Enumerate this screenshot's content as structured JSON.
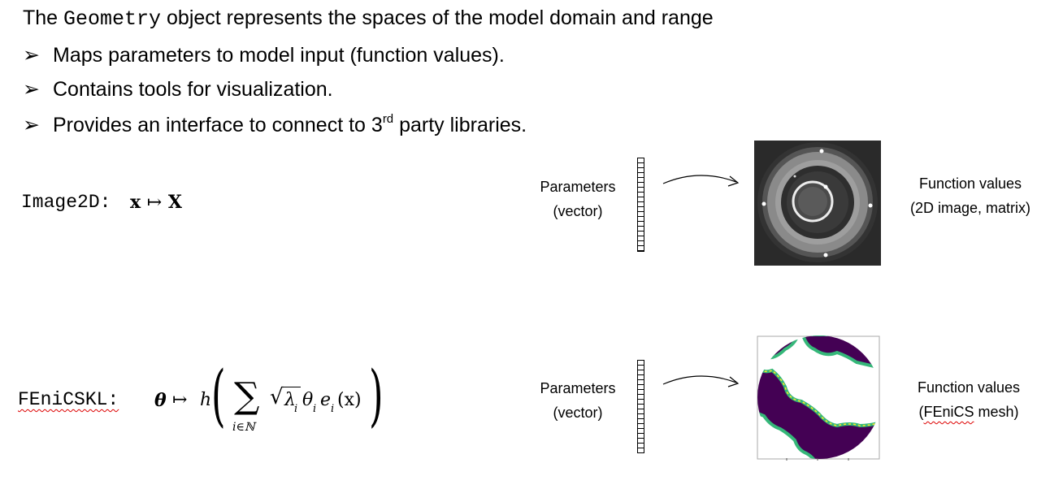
{
  "title": {
    "prefix": "The ",
    "code": "Geometry",
    "suffix": " object represents the spaces of the model domain and range"
  },
  "bullets": [
    {
      "text": "Maps parameters to model input (function values)."
    },
    {
      "text": "Contains tools for visualization."
    },
    {
      "pre": "Provides an interface to connect to 3",
      "sup": "rd",
      "post": " party libraries."
    }
  ],
  "bullet_icon": "arrow-bullet-icon",
  "rows": [
    {
      "code_label": "Image2D:",
      "math": {
        "from": "x",
        "maps": "↦",
        "to": "X"
      },
      "param_label": [
        "Parameters",
        "(vector)"
      ],
      "output_label": [
        "Function values",
        "(2D image, matrix)"
      ],
      "image": "ct-scan-image"
    },
    {
      "code_label": "FEniCSKL:",
      "math": {
        "theta": "θ",
        "maps": "↦",
        "h": "h",
        "sum": "∑",
        "sub": "i∈ℕ",
        "sqrt": "√",
        "lambda": "λ",
        "i": "i",
        "theta_i": "θ",
        "e": "e",
        "x": "(x)"
      },
      "param_label": [
        "Parameters",
        "(vector)"
      ],
      "output_label": [
        "Function values",
        "(",
        "FEniCS",
        " mesh)"
      ],
      "image": "fenics-mesh-image"
    }
  ],
  "colors": {
    "mesh_fill": "#440154",
    "mesh_edge1": "#35b779",
    "mesh_edge2": "#fde725",
    "spellcheck": "#d00"
  }
}
